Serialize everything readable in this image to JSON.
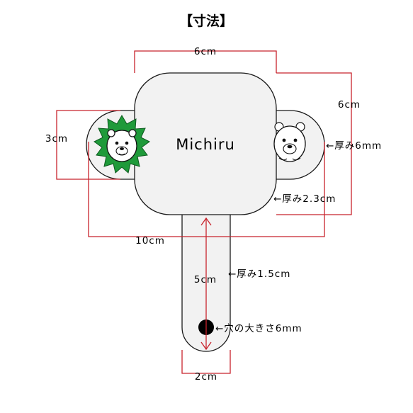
{
  "title": "【寸法】",
  "product_name": "Michiru",
  "labels": {
    "width_top": "6cm",
    "height_right": "6cm",
    "side_height": "3cm",
    "total_width": "10cm",
    "handle_length": "5cm",
    "handle_width": "2cm",
    "thickness_side": "←厚み6mm",
    "thickness_main": "←厚み2.3cm",
    "thickness_handle": "←厚み1.5cm",
    "hole_size": "←穴の大きさ6mm"
  },
  "colors": {
    "dimension_line": "#c8232c",
    "outline": "#1a1a1a",
    "fill": "#f2f2f2",
    "lion_mane": "#1f9a3a",
    "hole": "#000000"
  },
  "icons": {
    "left_character": "lion-face-icon",
    "right_character": "bear-face-icon"
  }
}
